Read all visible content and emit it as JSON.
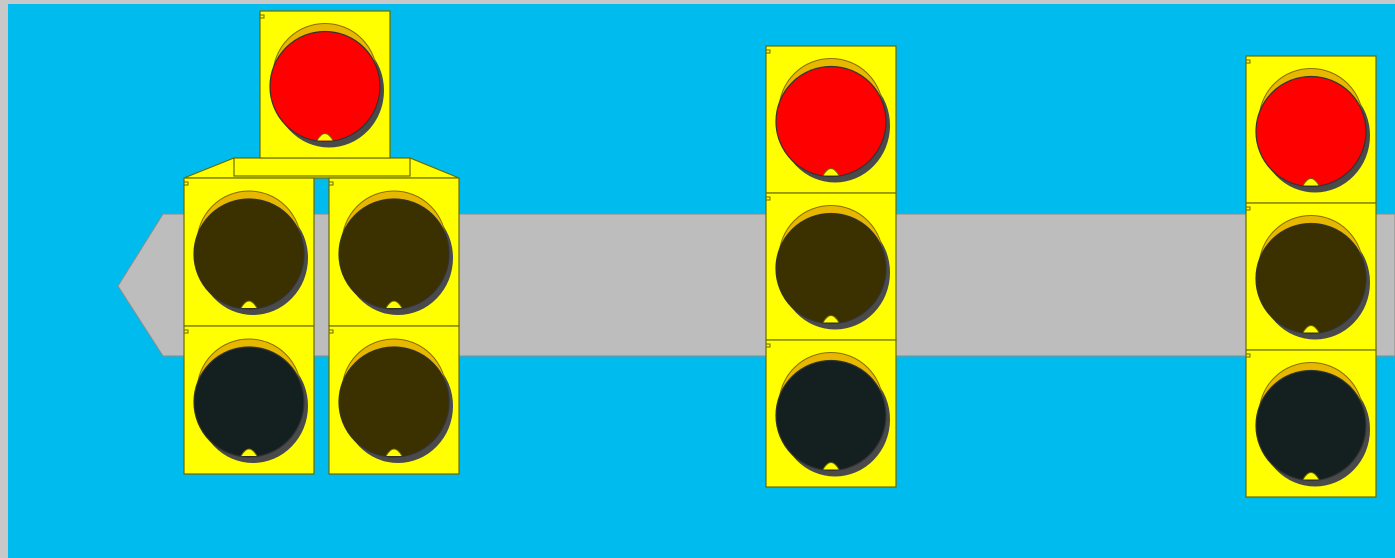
{
  "scene": {
    "background_color": "#00BBEE",
    "frame_color": "#C8C8C8",
    "mast_arm_color": "#BDBDBD",
    "housing_color": "#FFFF00",
    "housing_edge_color": "#6B6B00",
    "visor_color": "#E8B800",
    "visor_shadow_color": "#4A4A4A"
  },
  "lens_states": {
    "red_on": "#FF0000",
    "yellow_off": "#3A3000",
    "green_off": "#142020",
    "arrow_off": "#3A3000"
  },
  "signals": [
    {
      "name": "signal-head-left-cluster",
      "type": "five-section cluster",
      "sections": [
        {
          "position": "top",
          "lens": "red",
          "state": "on"
        },
        {
          "position": "left-middle",
          "lens": "yellow",
          "state": "off"
        },
        {
          "position": "left-bottom",
          "lens": "green",
          "state": "off"
        },
        {
          "position": "right-middle",
          "lens": "yellow",
          "state": "off"
        },
        {
          "position": "right-bottom",
          "lens": "arrow",
          "state": "off"
        }
      ]
    },
    {
      "name": "signal-head-middle",
      "type": "three-section vertical",
      "sections": [
        {
          "position": "top",
          "lens": "red",
          "state": "on"
        },
        {
          "position": "middle",
          "lens": "yellow",
          "state": "off"
        },
        {
          "position": "bottom",
          "lens": "green",
          "state": "off"
        }
      ]
    },
    {
      "name": "signal-head-right",
      "type": "three-section vertical",
      "sections": [
        {
          "position": "top",
          "lens": "red",
          "state": "on"
        },
        {
          "position": "middle",
          "lens": "yellow",
          "state": "off"
        },
        {
          "position": "bottom",
          "lens": "green",
          "state": "off"
        }
      ]
    }
  ]
}
